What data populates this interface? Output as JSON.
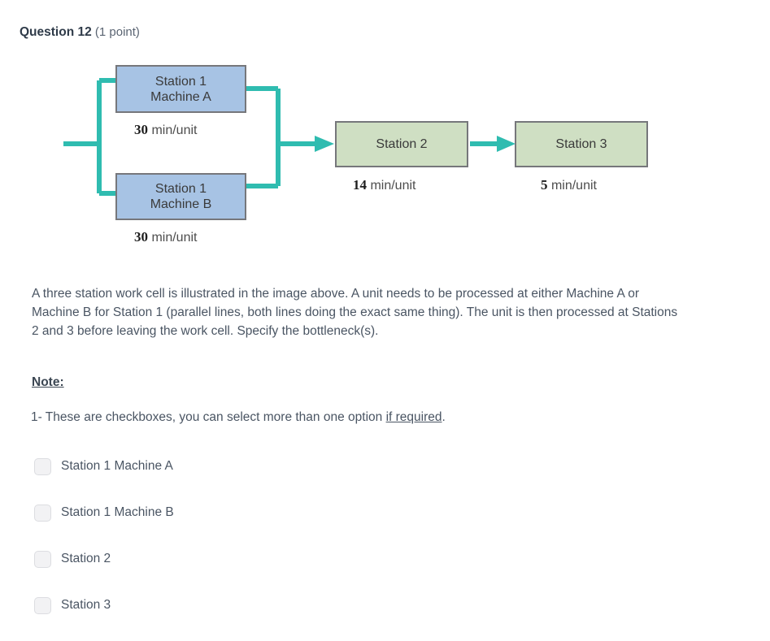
{
  "header": {
    "question_label": "Question 12",
    "points": "(1 point)"
  },
  "diagram": {
    "nodes": [
      {
        "id": "station1-machine-a",
        "line1": "Station 1",
        "line2": "Machine A",
        "rate": "30",
        "rate_unit": "min/unit",
        "color": "#a7c3e4"
      },
      {
        "id": "station1-machine-b",
        "line1": "Station 1",
        "line2": "Machine B",
        "rate": "30",
        "rate_unit": "min/unit",
        "color": "#a7c3e4"
      },
      {
        "id": "station2",
        "line1": "Station 2",
        "line2": "",
        "rate": "14",
        "rate_unit": "min/unit",
        "color": "#cfdfc3"
      },
      {
        "id": "station3",
        "line1": "Station 3",
        "line2": "",
        "rate": "5",
        "rate_unit": "min/unit",
        "color": "#cfdfc3"
      }
    ],
    "connector_color": "#2fbcb0",
    "border_color": "#76777b"
  },
  "prompt": {
    "paragraph": "A three station work cell is illustrated in the image above. A unit needs to be processed at either Machine A or Machine B for Station 1 (parallel lines, both lines doing the exact same thing). The unit is then processed at Stations 2 and 3 before leaving the work cell. Specify the bottleneck(s)."
  },
  "note": {
    "heading": "Note:",
    "line_prefix": "1- These are checkboxes, you can select more than one option ",
    "line_underlined": "if required",
    "line_suffix": "."
  },
  "options": [
    {
      "label": "Station 1 Machine A",
      "checked": false
    },
    {
      "label": "Station 1 Machine B",
      "checked": false
    },
    {
      "label": "Station 2",
      "checked": false
    },
    {
      "label": "Station 3",
      "checked": false
    }
  ]
}
